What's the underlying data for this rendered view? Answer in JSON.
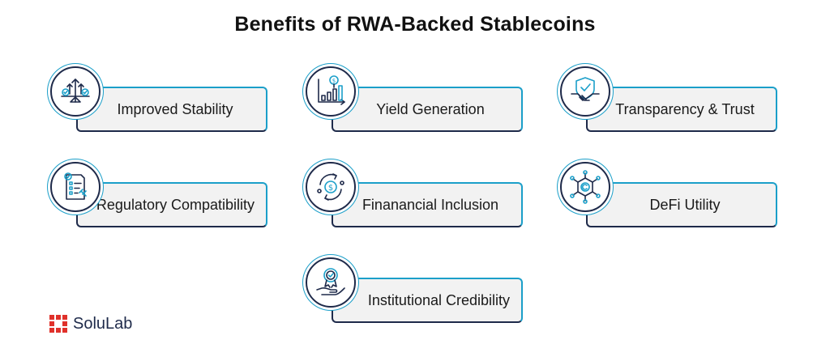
{
  "title": "Benefits of RWA-Backed Stablecoins",
  "cards": [
    {
      "label": "Improved Stability",
      "icon": "scale-balance-icon"
    },
    {
      "label": "Yield Generation",
      "icon": "growth-chart-icon"
    },
    {
      "label": "Transparency & Trust",
      "icon": "handshake-shield-icon"
    },
    {
      "label": "Regulatory Compatibility",
      "icon": "checklist-gavel-icon"
    },
    {
      "label": "Finanancial Inclusion",
      "icon": "dollar-cycle-icon"
    },
    {
      "label": "DeFi Utility",
      "icon": "coin-network-icon"
    },
    {
      "label": "Institutional Credibility",
      "icon": "award-hand-icon"
    }
  ],
  "brand": {
    "name": "SoluLab",
    "logo_icon": "solulab-logo-icon"
  },
  "colors": {
    "navy": "#1e2a4a",
    "accent": "#1b9fc9",
    "box": "#f2f2f2",
    "logo_red": "#e0312b"
  }
}
